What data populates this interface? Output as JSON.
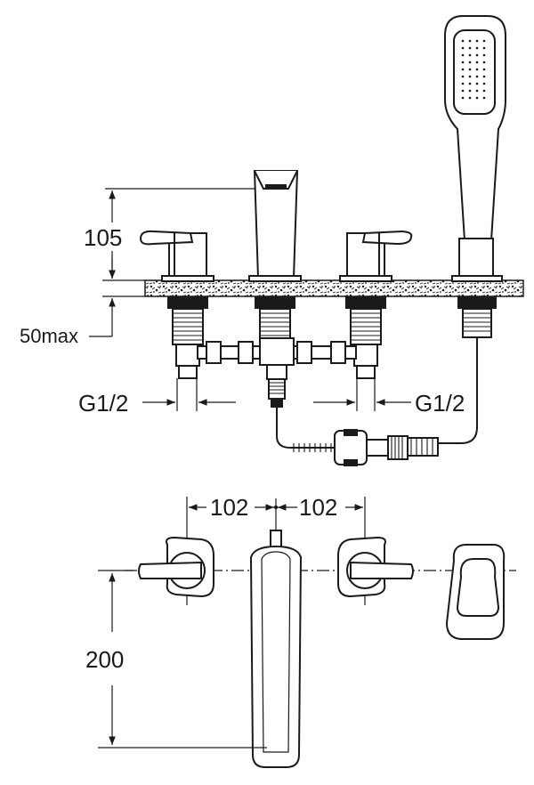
{
  "dimensions": {
    "spout_height": "105",
    "deck_thickness": "50max",
    "left_connection": "G1/2",
    "right_connection": "G1/2",
    "left_spacing": "102",
    "right_spacing": "102",
    "spout_reach": "200"
  },
  "components": {
    "left_handle": "mixer-handle",
    "spout": "bath-spout",
    "right_handle": "mixer-handle",
    "hand_shower": "hand-shower",
    "hose": "shower-hose",
    "diverter": "diverter-body"
  }
}
